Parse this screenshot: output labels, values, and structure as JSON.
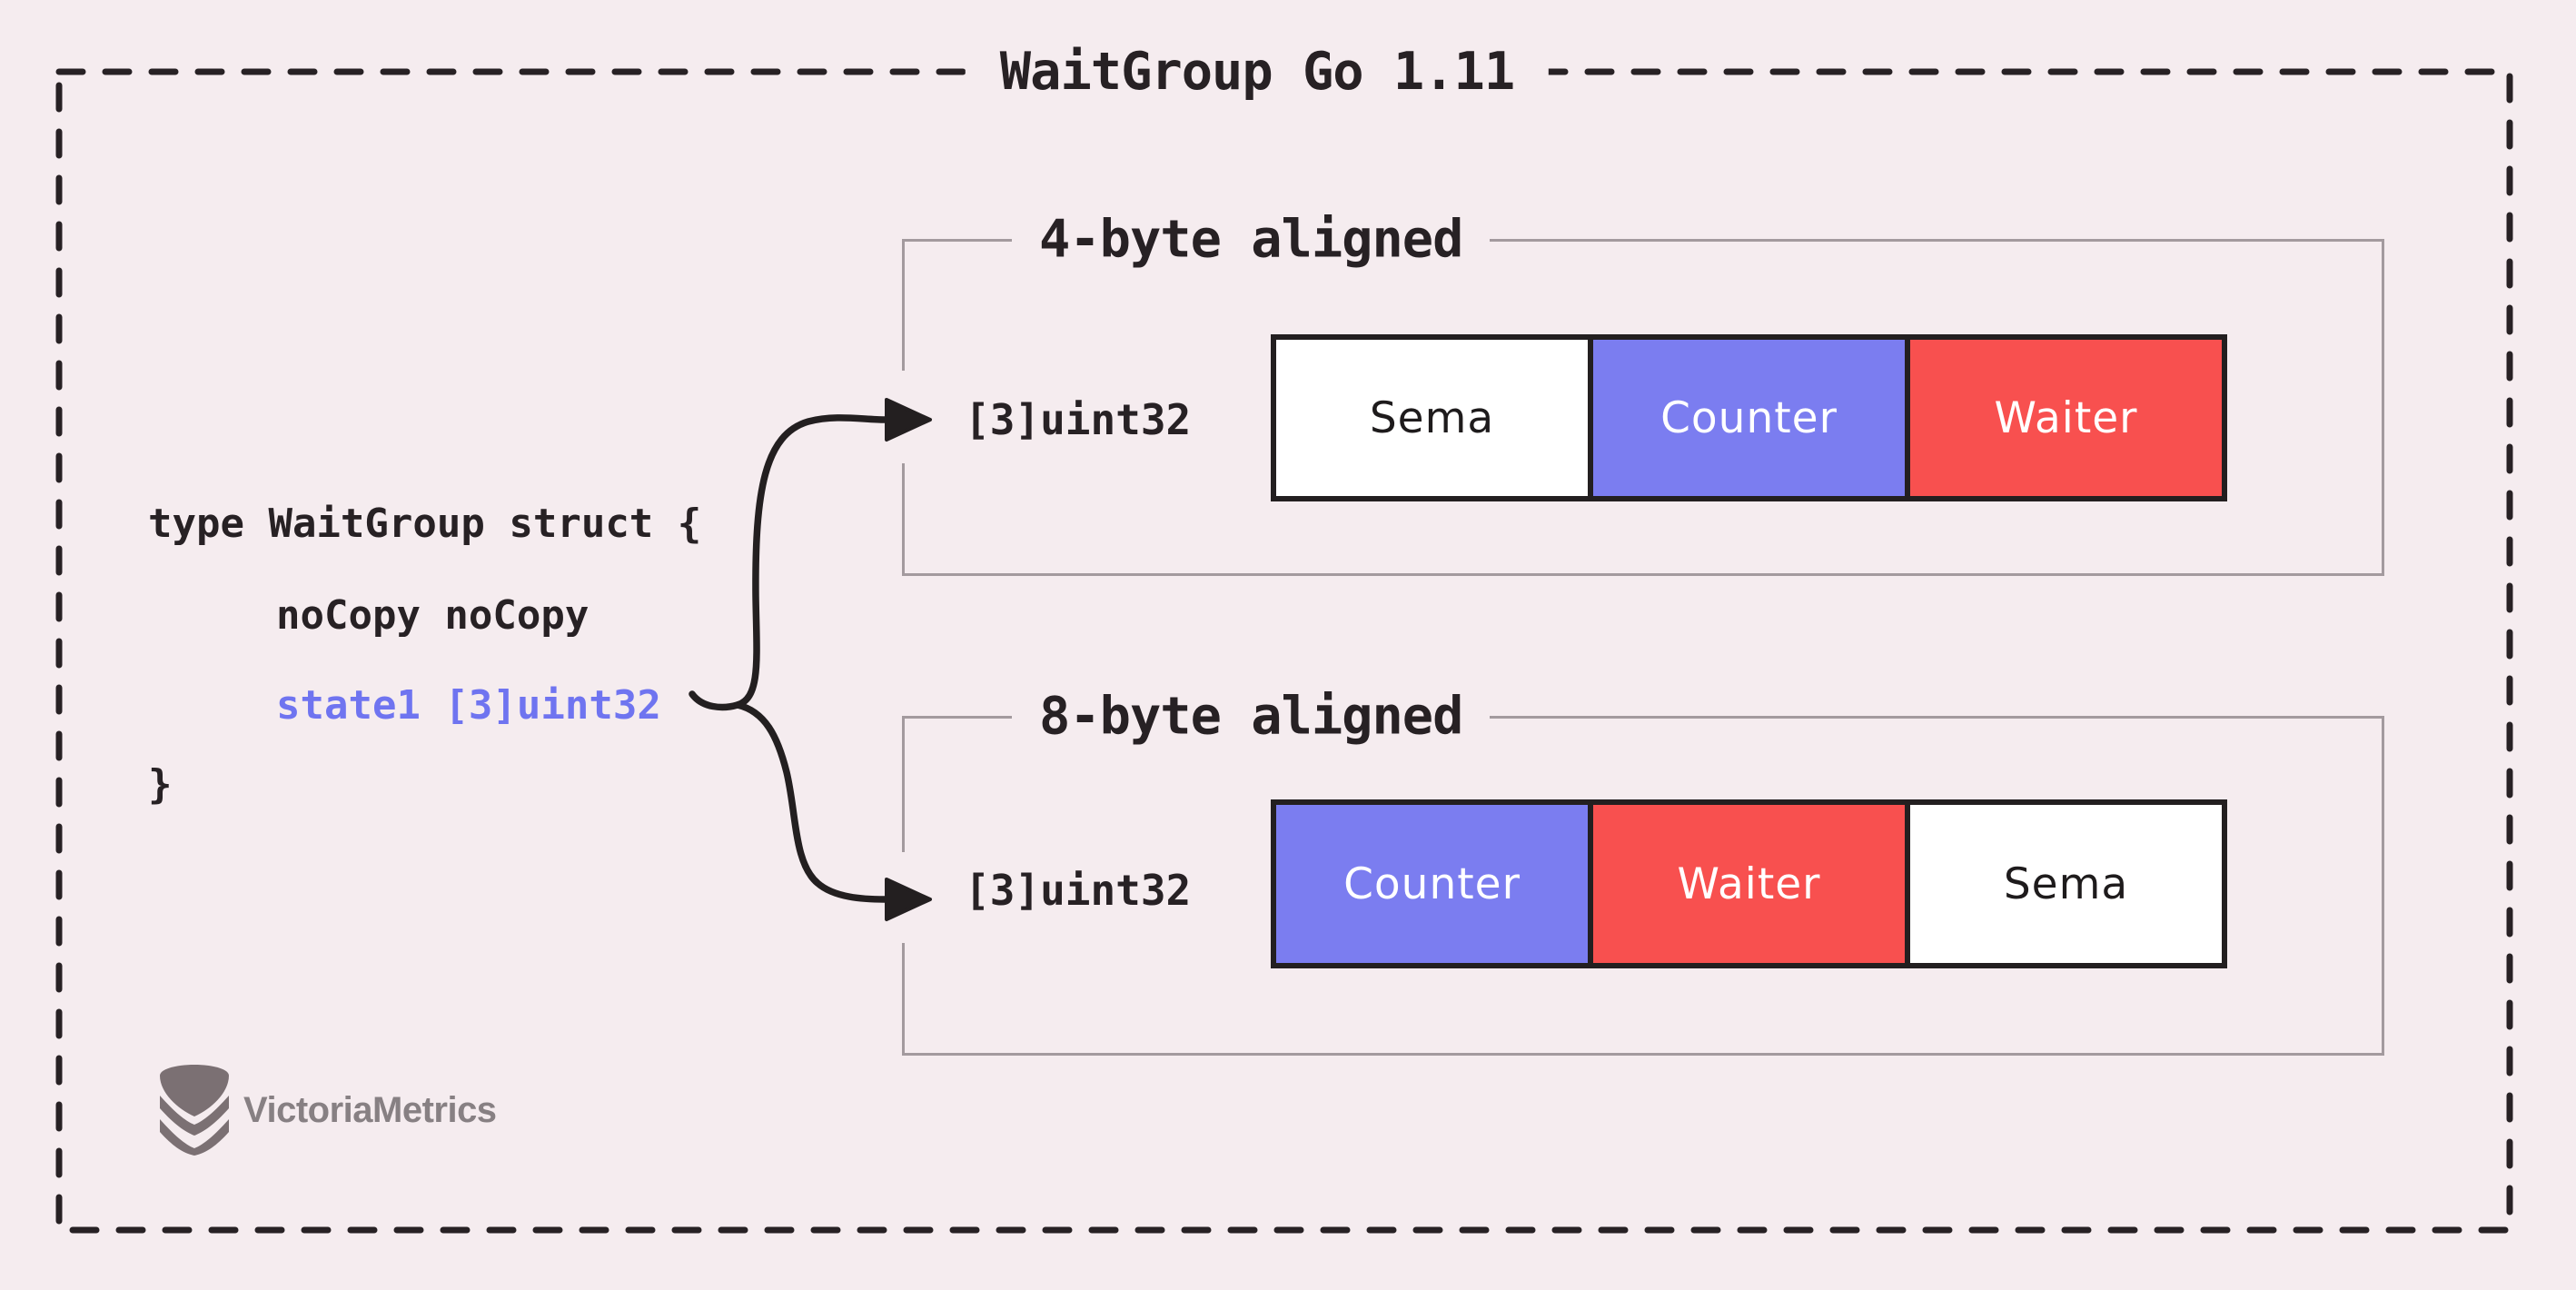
{
  "title": "WaitGroup Go 1.11",
  "code": {
    "line1": "type WaitGroup struct {",
    "line2": "noCopy noCopy",
    "line3": "state1 [3]uint32",
    "line4": "}"
  },
  "groups": [
    {
      "legend": "4-byte aligned",
      "array_label": "[3]uint32",
      "cells": [
        {
          "label": "Sema",
          "bg": "#ffffff",
          "fg": "#1e1b1c"
        },
        {
          "label": "Counter",
          "bg": "#7b7df0",
          "fg": "#ffffff"
        },
        {
          "label": "Waiter",
          "bg": "#f8504f",
          "fg": "#ffffff"
        }
      ]
    },
    {
      "legend": "8-byte aligned",
      "array_label": "[3]uint32",
      "cells": [
        {
          "label": "Counter",
          "bg": "#7b7df0",
          "fg": "#ffffff"
        },
        {
          "label": "Waiter",
          "bg": "#f8504f",
          "fg": "#ffffff"
        },
        {
          "label": "Sema",
          "bg": "#ffffff",
          "fg": "#1e1b1c"
        }
      ]
    }
  ],
  "logo": {
    "text": "VictoriaMetrics"
  },
  "colors": {
    "background": "#f5ecef",
    "ink": "#272124",
    "box_border": "#a39a9e",
    "code_highlight": "#6f74f0",
    "cell_blue": "#7b7df0",
    "cell_red": "#f8504f",
    "cell_white": "#ffffff",
    "logo_grey": "#7b7073"
  }
}
